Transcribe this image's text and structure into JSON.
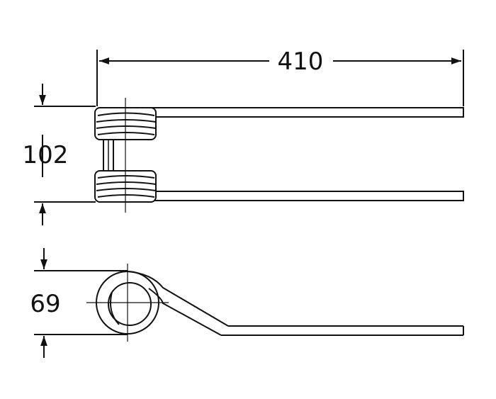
{
  "dimensions": {
    "length": "410",
    "height": "102",
    "coil_diameter": "69"
  },
  "colors": {
    "line": "#111111",
    "background": "#ffffff"
  }
}
